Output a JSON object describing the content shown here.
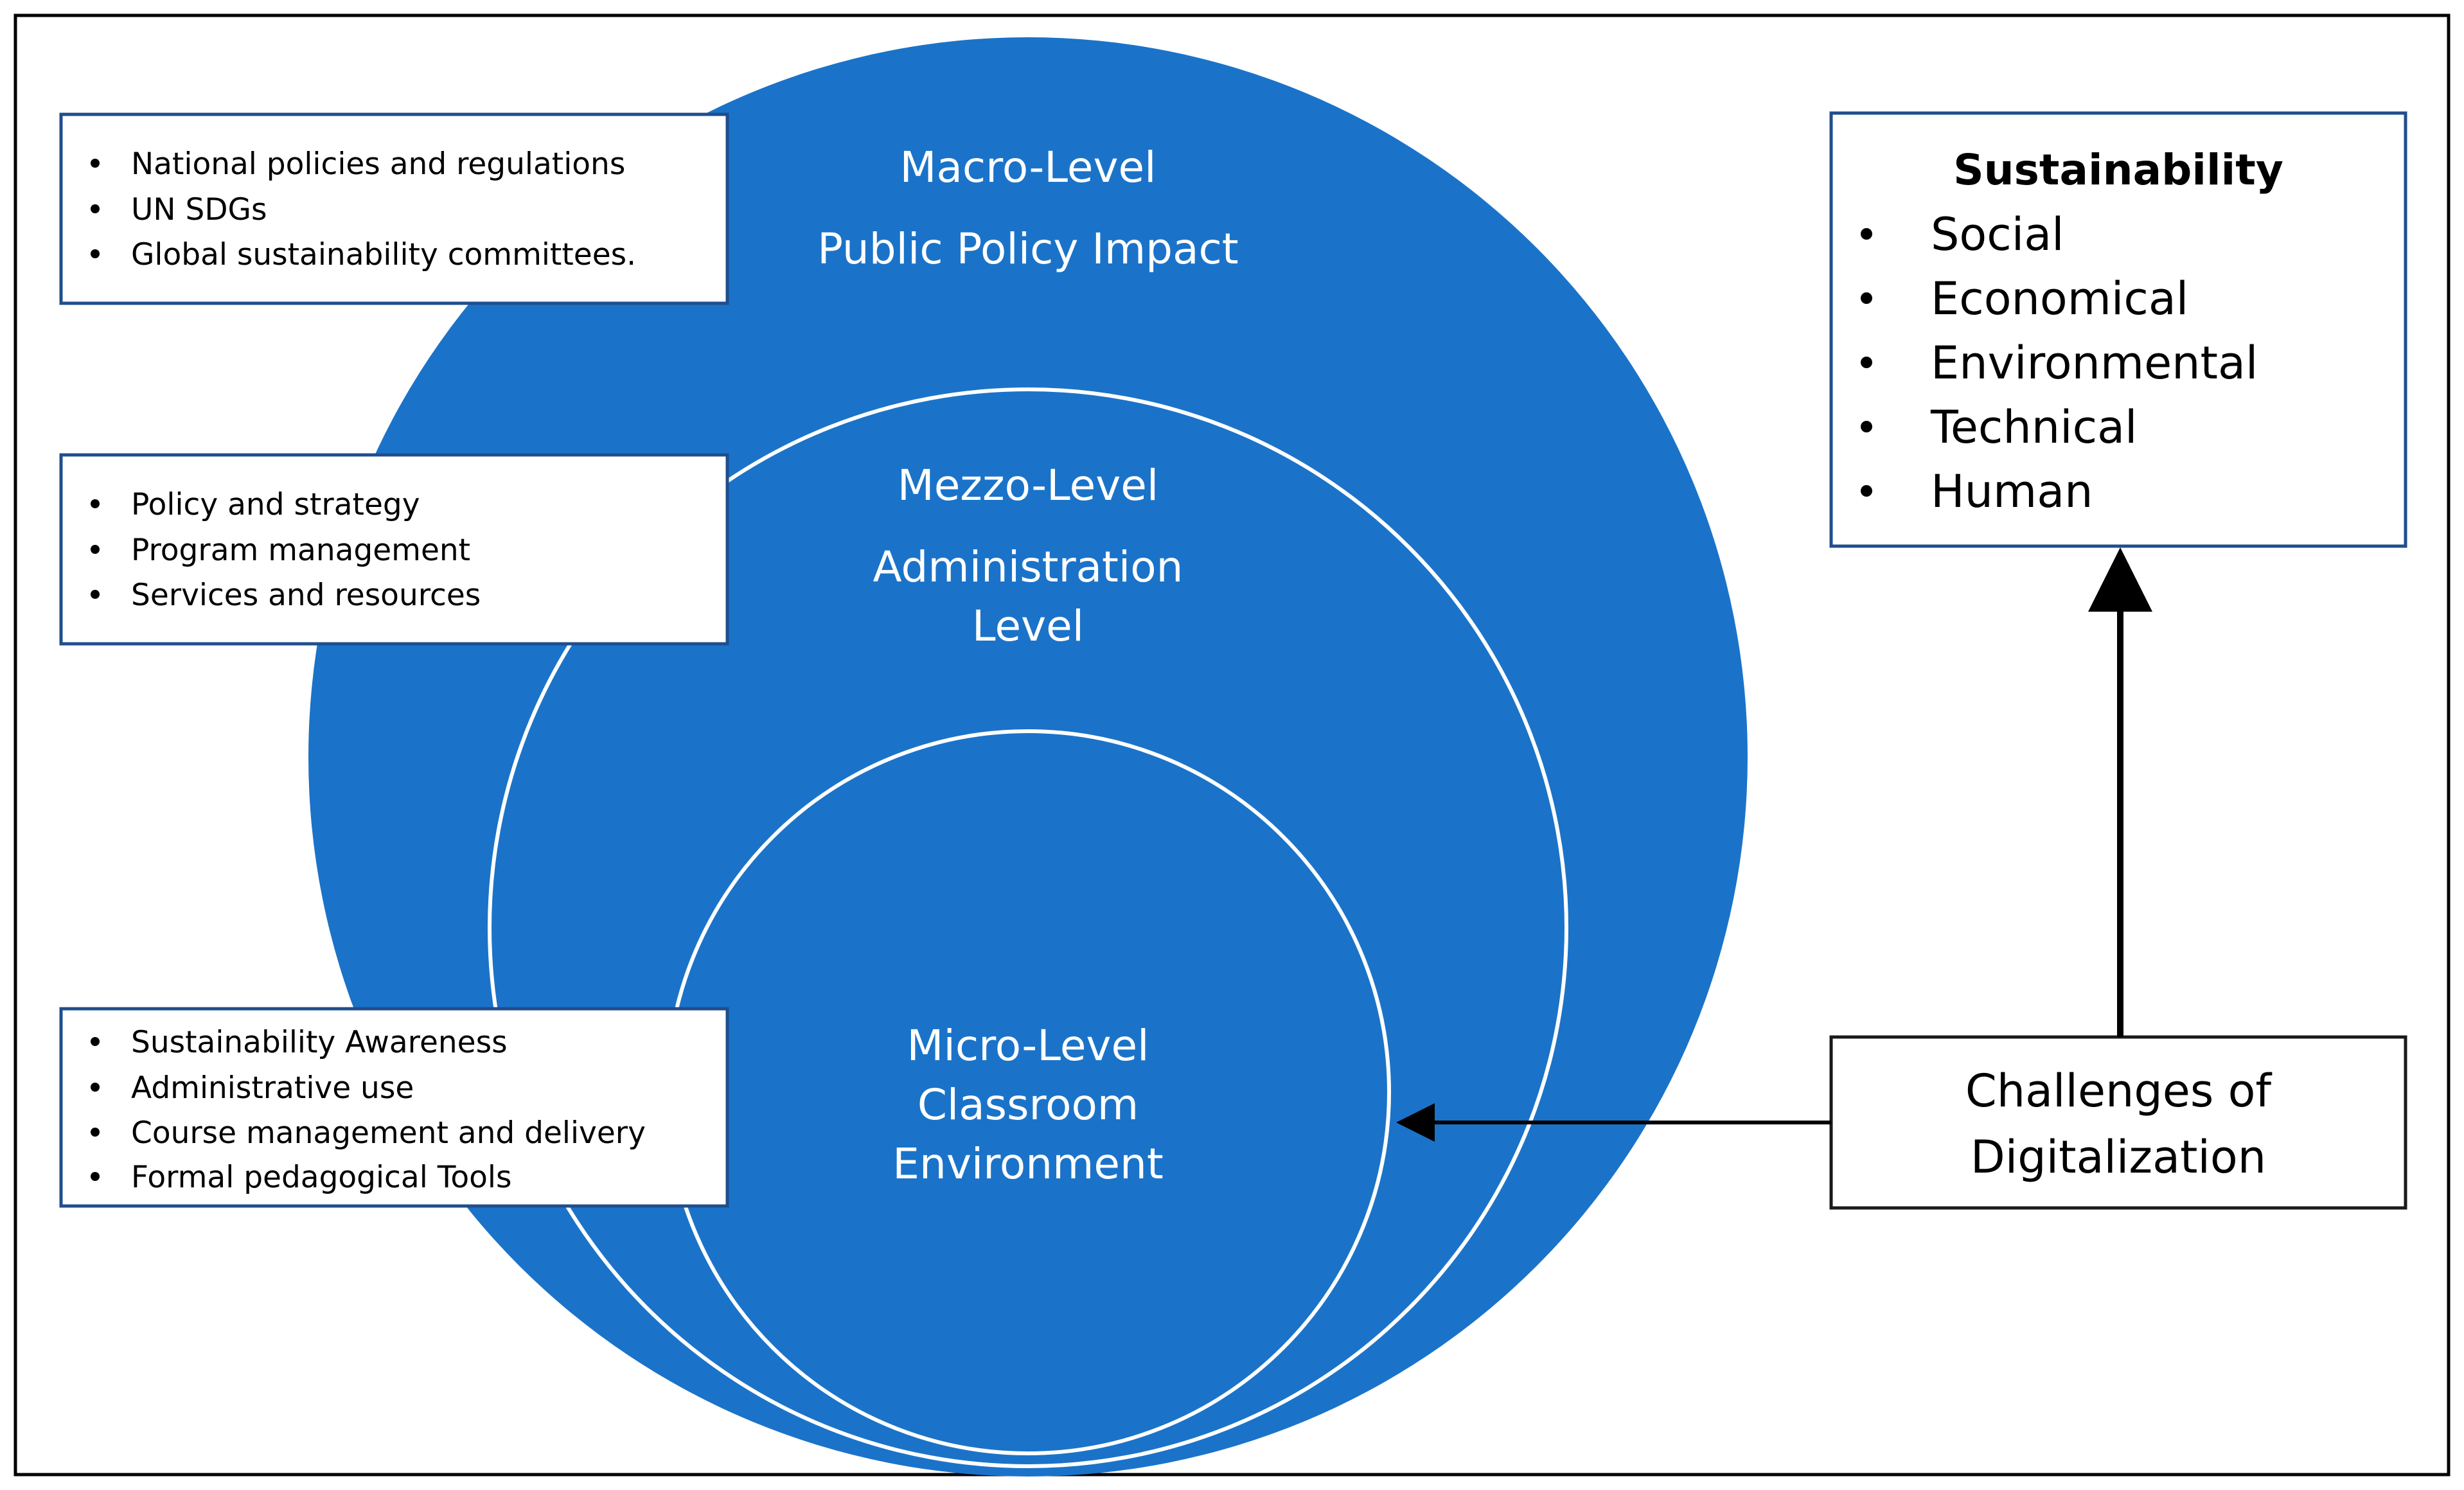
{
  "colors": {
    "circle_fill": "#1A73C9",
    "box_border_blue": "#1F4E8C",
    "box_border_dark": "#1a1a1a",
    "text_white": "#ffffff",
    "text_black": "#000000"
  },
  "levels": {
    "macro": {
      "line1": "Macro-Level",
      "line2": "Public Policy Impact"
    },
    "mezzo": {
      "line1": "Mezzo-Level",
      "line2": "Administration",
      "line3": "Level"
    },
    "micro": {
      "line1": "Micro-Level",
      "line2": "Classroom",
      "line3": "Environment"
    }
  },
  "boxes": {
    "macro_box": {
      "items": [
        "National policies and regulations",
        "UN SDGs",
        "Global sustainability committees."
      ]
    },
    "mezzo_box": {
      "items": [
        "Policy and strategy",
        "Program management",
        "Services and resources"
      ]
    },
    "micro_box": {
      "items": [
        "Sustainability Awareness",
        "Administrative use",
        "Course management and delivery",
        "Formal pedagogical Tools"
      ]
    }
  },
  "sustainability": {
    "title": "Sustainability",
    "items": [
      "Social",
      "Economical",
      "Environmental",
      "Technical",
      "Human"
    ]
  },
  "challenges": {
    "line1": "Challenges of",
    "line2": "Digitalization"
  }
}
